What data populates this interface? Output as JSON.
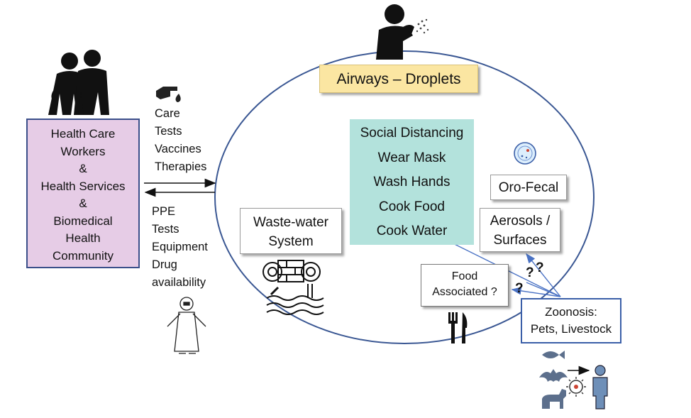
{
  "health_care_box": {
    "lines": [
      "Health Care",
      "Workers",
      "&",
      "Health Services",
      "&",
      "Biomedical",
      "Health",
      "Community"
    ]
  },
  "to_ellipse_list": [
    "Care",
    "Tests",
    "Vaccines",
    "Therapies"
  ],
  "from_ellipse_list": [
    "PPE",
    "Tests",
    "Equipment",
    "Drug",
    "availability"
  ],
  "airways": "Airways – Droplets",
  "prevention": [
    "Social Distancing",
    "Wear Mask",
    "Wash Hands",
    "Cook Food",
    "Cook Water"
  ],
  "oro_fecal": "Oro-Fecal",
  "aerosols": [
    "Aerosols /",
    "Surfaces"
  ],
  "wastewater": [
    "Waste-water",
    "System"
  ],
  "food": [
    "Food",
    "Associated ?"
  ],
  "zoonosis": [
    "Zoonosis:",
    "Pets, Livestock"
  ],
  "question_marks": [
    "?",
    "?",
    "?"
  ],
  "colors": {
    "ellipse": "#3a5793",
    "hcw_fill": "#e6cce6",
    "airways_fill": "#fbe6a2",
    "prevention_fill": "#b3e2dc",
    "zoonosis_border": "#3b5fa8",
    "arrow_blue": "#4a72c4"
  },
  "icons": [
    "health-workers-icon",
    "coughing-person-icon",
    "pointing-hand-icon",
    "ppe-person-icon",
    "virus-icon",
    "wastewater-pipes-icon",
    "fork-knife-icon",
    "fish-icon",
    "bat-icon",
    "dog-icon",
    "person-icon",
    "virus-small-icon"
  ]
}
